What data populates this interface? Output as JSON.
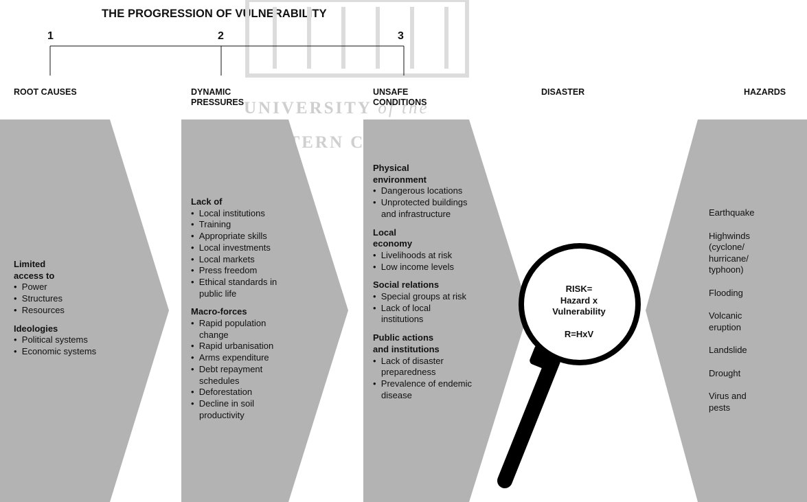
{
  "title": "THE PROGRESSION OF VULNERABILITY",
  "stages": [
    {
      "number": "1",
      "label": "ROOT CAUSES"
    },
    {
      "number": "2",
      "label": "DYNAMIC\nPRESSURES"
    },
    {
      "number": "3",
      "label": "UNSAFE\nCONDITIONS"
    },
    {
      "label": "DISASTER"
    },
    {
      "label": "HAZARDS"
    }
  ],
  "watermark": {
    "line1": "UNIVERSITY",
    "italic": "of the",
    "line2": "WESTERN CAPE"
  },
  "root_causes": {
    "groups": [
      {
        "heading": "Limited\naccess to",
        "items": [
          "Power",
          "Structures",
          "Resources"
        ]
      },
      {
        "heading": "Ideologies",
        "items": [
          "Political systems",
          "Economic systems"
        ]
      }
    ]
  },
  "dynamic_pressures": {
    "groups": [
      {
        "heading": "Lack of",
        "items": [
          "Local institutions",
          "Training",
          "Appropriate skills",
          "Local investments",
          "Local markets",
          "Press freedom",
          "Ethical standards in public life"
        ]
      },
      {
        "heading": "Macro-forces",
        "items": [
          "Rapid population change",
          "Rapid urbanisation",
          "Arms expenditure",
          "Debt repayment schedules",
          "Deforestation",
          "Decline in soil productivity"
        ]
      }
    ]
  },
  "unsafe_conditions": {
    "groups": [
      {
        "heading": "Physical\nenvironment",
        "items": [
          "Dangerous locations",
          "Unprotected buildings and infrastructure"
        ]
      },
      {
        "heading": "Local\neconomy",
        "items": [
          "Livelihoods at risk",
          "Low income levels"
        ]
      },
      {
        "heading": "Social relations",
        "items": [
          "Special groups at risk",
          "Lack of local institutions"
        ]
      },
      {
        "heading": "Public actions\nand institutions",
        "items": [
          "Lack of disaster preparedness",
          "Prevalence of endemic disease"
        ]
      }
    ]
  },
  "disaster": {
    "formula_line1": "RISK=",
    "formula_line2": "Hazard x",
    "formula_line3": "Vulnerability",
    "formula_short": "R=HxV"
  },
  "hazards": [
    "Earthquake",
    "Highwinds\n(cyclone/\nhurricane/\ntyphoon)",
    "Flooding",
    "Volcanic\neruption",
    "Landslide",
    "Drought",
    "Virus and\npests"
  ],
  "colors": {
    "panel": "#b3b3b3",
    "text": "#111111",
    "watermark": "#cfcfcf",
    "lens": "#000000"
  }
}
